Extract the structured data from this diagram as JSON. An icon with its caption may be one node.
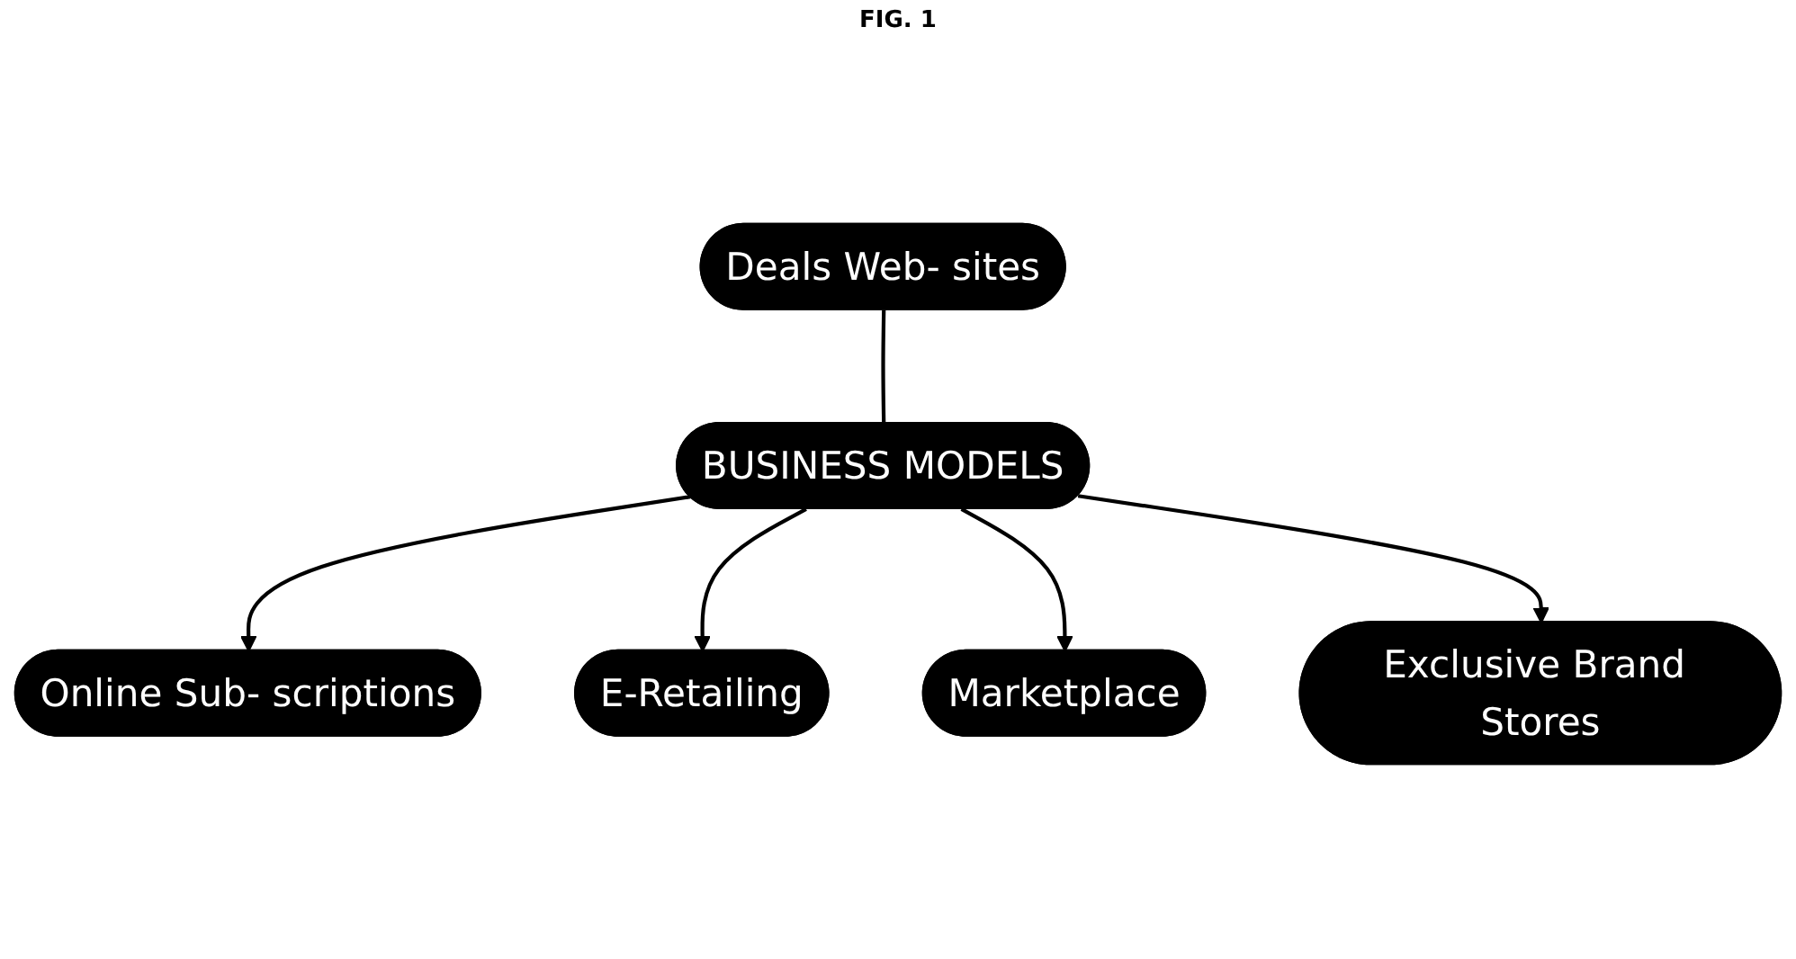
{
  "diagram": {
    "title": "FIG. 1",
    "nodes": [
      {
        "text": [
          "Deals Web- sites"
        ]
      },
      {
        "text": [
          "Online Sub- scriptions"
        ]
      },
      {
        "text": [
          "BUSINESS MODELS"
        ]
      },
      {
        "text": [
          "E-Retailing"
        ]
      },
      {
        "text": [
          "Marketplace"
        ]
      },
      {
        "text": [
          "Exclusive Brand Stores"
        ]
      }
    ],
    "edges": [
      {
        "from": 2,
        "to": 0,
        "arrow": "none"
      },
      {
        "from": 2,
        "to": 1,
        "arrow": "to"
      },
      {
        "from": 2,
        "to": 3,
        "arrow": "to"
      },
      {
        "from": 2,
        "to": 4,
        "arrow": "to"
      },
      {
        "from": 2,
        "to": 5,
        "arrow": "to"
      }
    ]
  }
}
